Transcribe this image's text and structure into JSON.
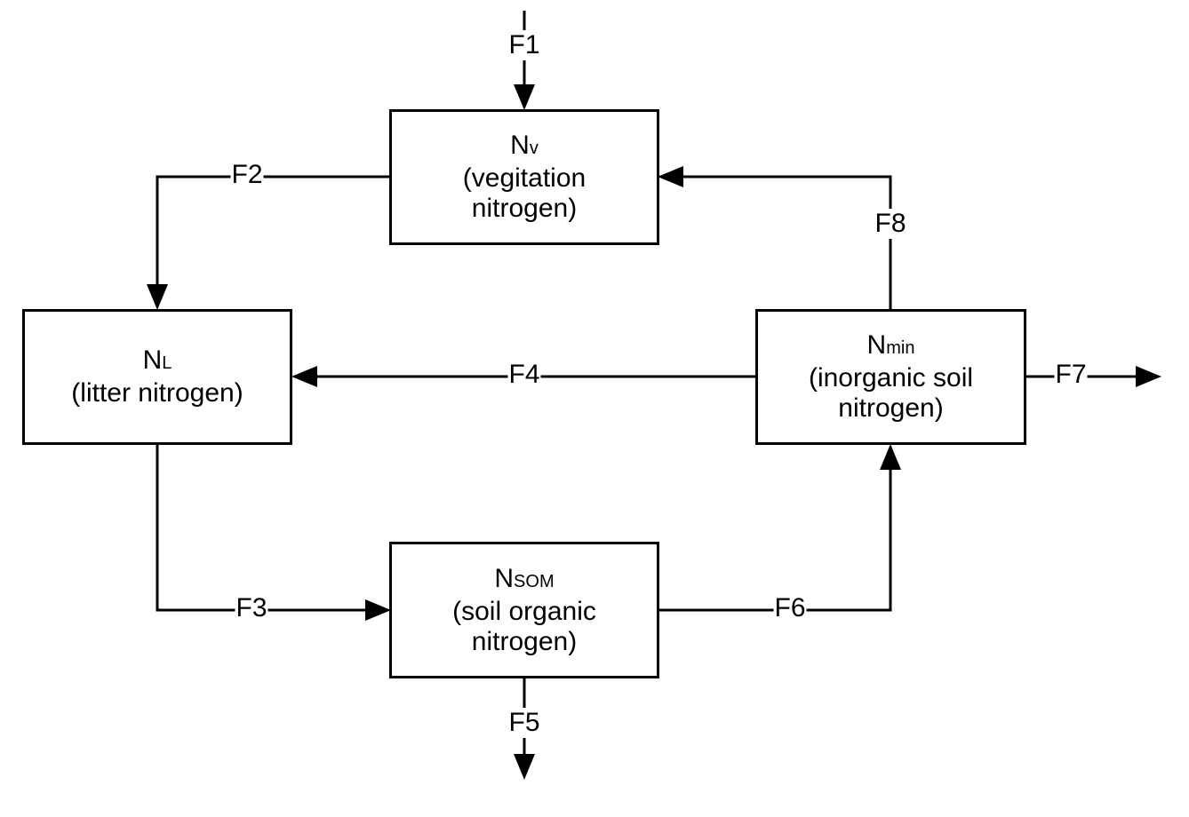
{
  "nodes": {
    "vegetation": {
      "symbol": "N",
      "subscript": "v",
      "desc_line1": "(vegitation",
      "desc_line2": "nitrogen)"
    },
    "litter": {
      "symbol": "N",
      "subscript": "L",
      "desc_line1": "(litter nitrogen)",
      "desc_line2": ""
    },
    "mineral": {
      "symbol": "N",
      "subscript": "min",
      "desc_line1": "(inorganic soil",
      "desc_line2": "nitrogen)"
    },
    "som": {
      "symbol": "N",
      "subscript": "SOM",
      "desc_line1": "(soil organic",
      "desc_line2": "nitrogen)"
    }
  },
  "flows": {
    "f1": "F1",
    "f2": "F2",
    "f3": "F3",
    "f4": "F4",
    "f5": "F5",
    "f6": "F6",
    "f7": "F7",
    "f8": "F8"
  },
  "colors": {
    "stroke": "#000000",
    "background": "#ffffff"
  }
}
